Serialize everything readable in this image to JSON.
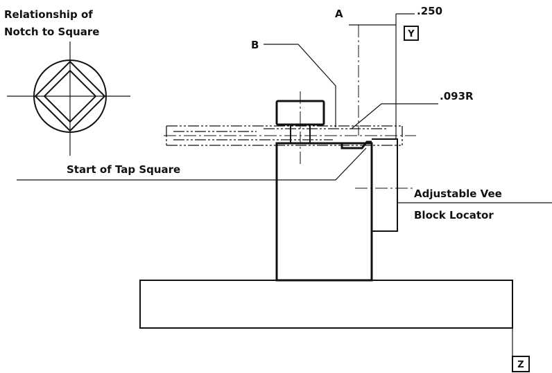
{
  "labels": {
    "relationship_line1": "Relationship of",
    "relationship_line2": "Notch to Square",
    "start_of_tap_square": "Start of Tap Square",
    "adjustable_vee": "Adjustable Vee",
    "block_locator": "Block Locator",
    "dim_093r": ".093R",
    "dim_250": ".250",
    "callout_a": "A",
    "callout_b": "B",
    "datum_y": "Y",
    "datum_z": "Z"
  },
  "colors": {
    "ink": "#111111",
    "paper": "#ffffff"
  }
}
